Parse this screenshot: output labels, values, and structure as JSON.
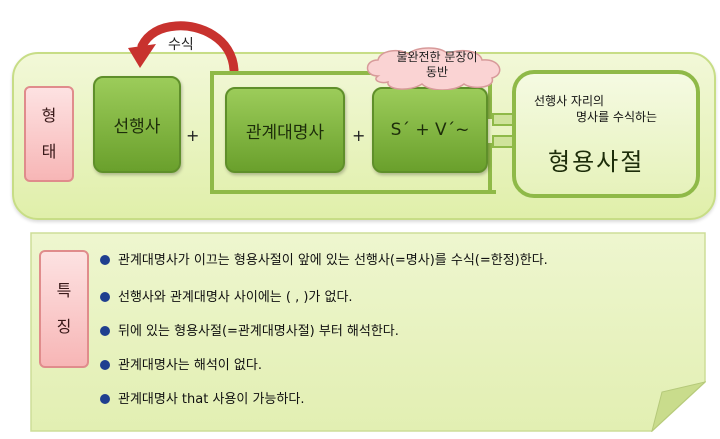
{
  "top": {
    "tag_chars": [
      "형",
      "태"
    ],
    "antecedent": "선행사",
    "plus": "+",
    "relative_pronoun": "관계대명사",
    "clause": "S´ + V´~",
    "cloud_lines": [
      "불완전한 문장이",
      "동반"
    ],
    "arrow_label": "수식",
    "result_caption_line1": "선행사 자리의",
    "result_caption_line2": "명사를 수식하는",
    "result_title": "형용사절"
  },
  "features": {
    "tag_chars": [
      "특",
      "징"
    ],
    "bullets": [
      "관계대명사가 이끄는 형용사절이 앞에 있는 선행사(=명사)를 수식(=한정)한다.",
      "선행사와 관계대명사 사이에는 ( , )가 없다.",
      "뒤에 있는 형용사절(=관계대명사절) 부터 해석한다.",
      "관계대명사는 해석이 없다.",
      "관계대명사 that 사용이 가능하다."
    ]
  },
  "colors": {
    "panel_fill": "#e0efaa",
    "green_box": "#7fb23f",
    "pink_tag": "#f7b6b6",
    "arrow": "#c8322e",
    "bullet": "#1f3f8f"
  }
}
